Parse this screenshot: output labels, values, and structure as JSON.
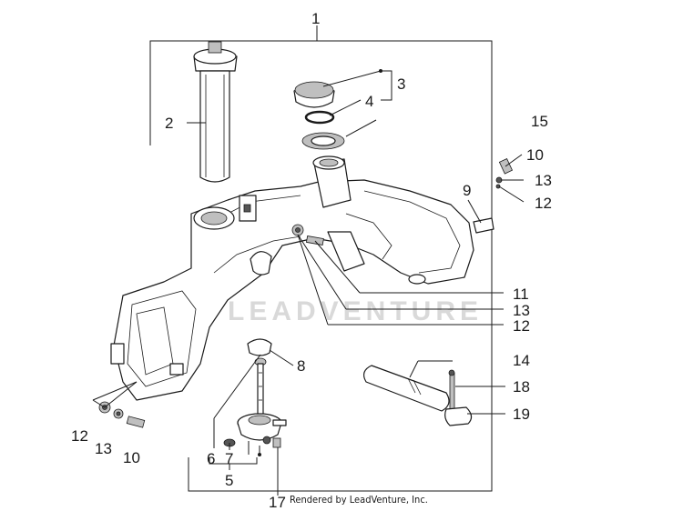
{
  "callouts": {
    "c1": "1",
    "c2": "2",
    "c3": "3",
    "c4": "4",
    "c15": "15",
    "c10a": "10",
    "c13a": "13",
    "c9": "9",
    "c12a": "12",
    "c11": "11",
    "c13b": "13",
    "c12b": "12",
    "c8": "8",
    "c14": "14",
    "c18": "18",
    "c19": "19",
    "c12c": "12",
    "c13c": "13",
    "c10b": "10",
    "c6": "6",
    "c7": "7",
    "c5": "5",
    "c17": "17"
  },
  "watermark": "LEADVENTURE",
  "credit": "Rendered by LeadVenture, Inc.",
  "colors": {
    "line": "#1a1a1a",
    "shade": "#bfbfbf",
    "watermark": "#d9d9d9"
  }
}
